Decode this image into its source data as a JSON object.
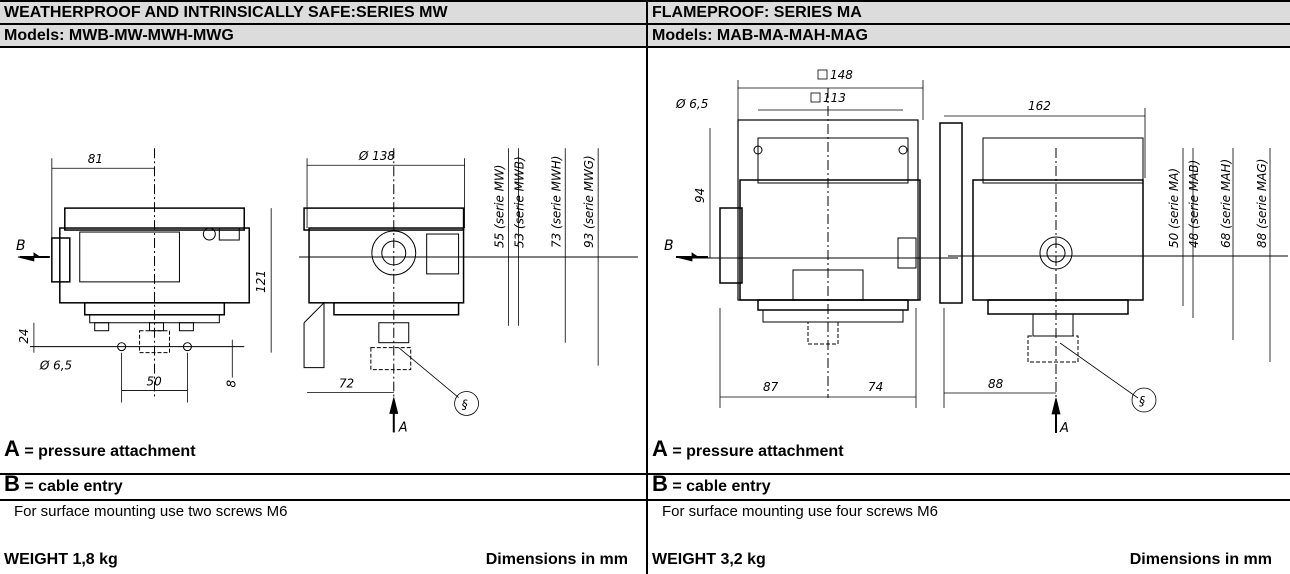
{
  "left": {
    "title": "WEATHERPROOF AND INTRINSICALLY SAFE:SERIES MW",
    "models": "Models: MWB-MW-MWH-MWG",
    "dims": {
      "d81": "81",
      "d138": "Ø 138",
      "d121": "121",
      "d24": "24",
      "d65": "Ø 6,5",
      "d50": "50",
      "d8": "8",
      "d72": "72",
      "s55": "55 (serie MW)",
      "s53": "53 (serie MWB)",
      "s73": "73 (serie MWH)",
      "s93": "93 (serie MWG)",
      "b": "B",
      "a": "A",
      "sect": "§"
    },
    "legend_a_letter": "A",
    "legend_a_text": " = pressure attachment",
    "legend_b_letter": "B",
    "legend_b_text": " = cable entry",
    "mounting": "For surface mounting use two screws M6",
    "weight": "WEIGHT 1,8 kg",
    "dimensions_note": "Dimensions in mm"
  },
  "right": {
    "title": "FLAMEPROOF: SERIES MA",
    "models": "Models: MAB-MA-MAH-MAG",
    "dims": {
      "d148": "148",
      "d113": "113",
      "d65": "Ø 6,5",
      "d94": "94",
      "d162": "162",
      "d87": "87",
      "d74": "74",
      "d88": "88",
      "s50": "50 (serie MA)",
      "s48": "48 (serie MAB)",
      "s68": "68 (serie MAH)",
      "s88": "88 (serie MAG)",
      "b": "B",
      "a": "A",
      "sect": "§"
    },
    "legend_a_letter": "A",
    "legend_a_text": " = pressure attachment",
    "legend_b_letter": "B",
    "legend_b_text": " = cable entry",
    "mounting": "For surface mounting use four screws M6",
    "weight": "WEIGHT 3,2 kg",
    "dimensions_note": "Dimensions in mm"
  },
  "colors": {
    "header_bg": "#dcdcdc",
    "line": "#000000"
  }
}
